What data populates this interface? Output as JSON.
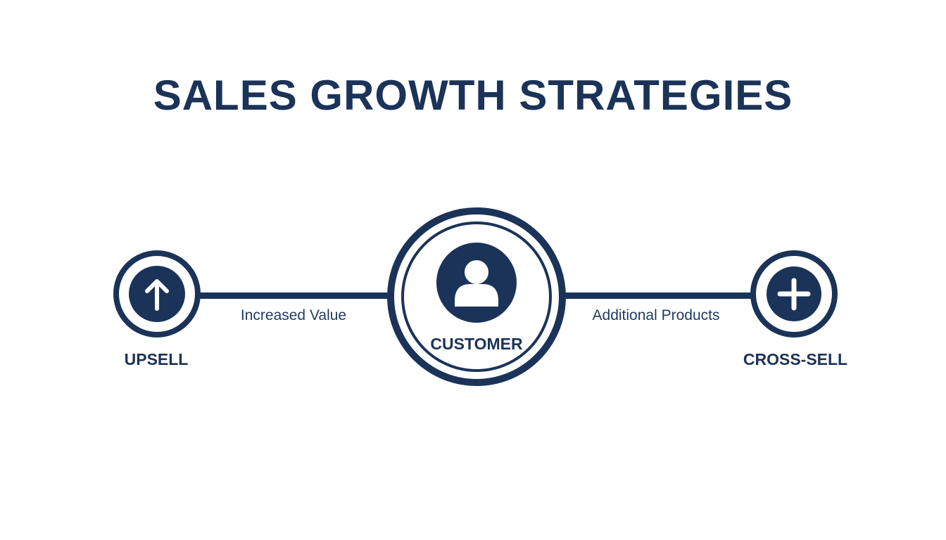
{
  "title": "SALES GROWTH STRATEGIES",
  "nodes": {
    "upsell": {
      "label": "UPSELL",
      "icon": "arrow-up-icon"
    },
    "customer": {
      "label": "CUSTOMER",
      "icon": "person-icon"
    },
    "cross_sell": {
      "label": "CROSS-SELL",
      "icon": "plus-icon"
    }
  },
  "edges": {
    "upsell_customer": {
      "label": "Increased Value"
    },
    "customer_cross_sell": {
      "label": "Additional Products"
    }
  },
  "colors": {
    "primary": "#1b3358",
    "background": "#ffffff"
  }
}
